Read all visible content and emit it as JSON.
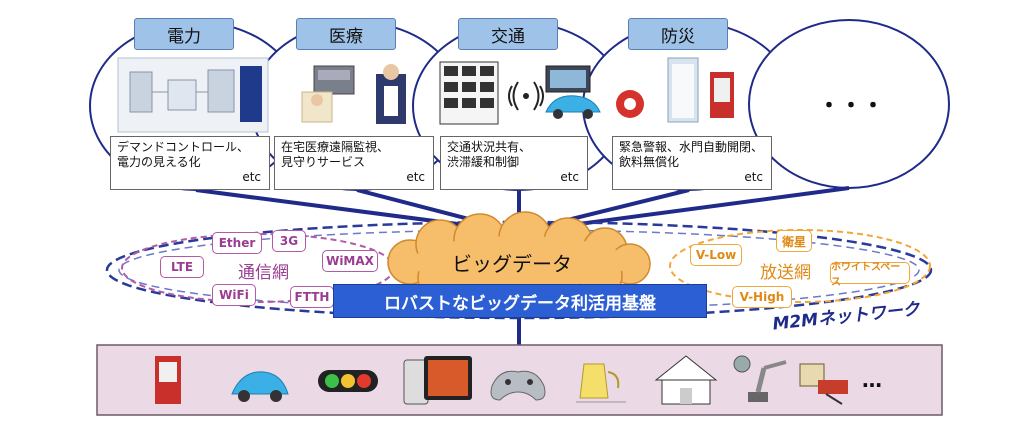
{
  "categories": [
    {
      "label": "電力",
      "desc1": "デマンドコントロール、",
      "desc2": "電力の見える化",
      "etc": "etc"
    },
    {
      "label": "医療",
      "desc1": "在宅医療遠隔監視、",
      "desc2": "見守りサービス",
      "etc": "etc"
    },
    {
      "label": "交通",
      "desc1": "交通状況共有、",
      "desc2": "渋滞緩和制御",
      "etc": "etc"
    },
    {
      "label": "防災",
      "desc1": "緊急警報、水門自動開閉、",
      "desc2": "飲料無償化",
      "etc": "etc"
    }
  ],
  "more_ellipsis": "・・・",
  "cloud_label": "ビッグデータ",
  "platform_label": "ロバストなビッグデータ利活用基盤",
  "comm_network": {
    "label": "通信網",
    "tags": [
      "LTE",
      "Ether",
      "3G",
      "WiMAX",
      "WiFi",
      "FTTH"
    ]
  },
  "broadcast_network": {
    "label": "放送網",
    "tags": [
      "V-Low",
      "衛星",
      "ホワイトスペース",
      "V-High"
    ]
  },
  "m2m_label": "M2Mネットワーク",
  "devices_ellipsis": "…",
  "colors": {
    "navy": "#1f2a8a",
    "comm": "#9a3c92",
    "broadcast": "#f2a73b",
    "platform": "#2c5fd3",
    "devices_bg": "#ecd9e6"
  }
}
